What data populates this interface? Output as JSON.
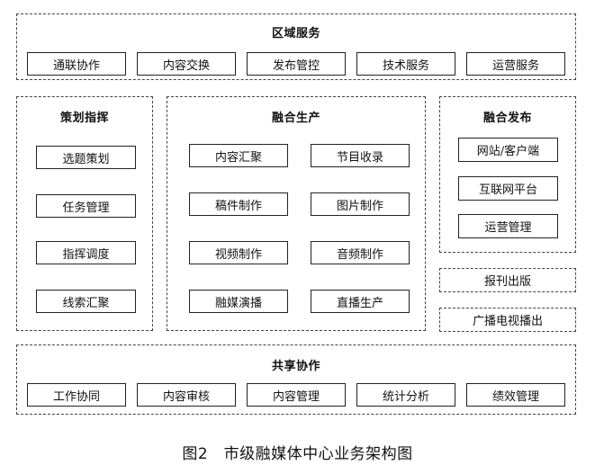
{
  "regional": {
    "title": "区域服务",
    "items": [
      "通联协作",
      "内容交换",
      "发布管控",
      "技术服务",
      "运营服务"
    ]
  },
  "planning": {
    "title": "策划指挥",
    "items": [
      "选题策划",
      "任务管理",
      "指挥调度",
      "线索汇聚"
    ]
  },
  "production": {
    "title": "融合生产",
    "items": [
      "内容汇聚",
      "节目收录",
      "稿件制作",
      "图片制作",
      "视频制作",
      "音频制作",
      "融媒演播",
      "直播生产"
    ]
  },
  "publishing": {
    "title": "融合发布",
    "items": [
      "网站/客户端",
      "互联网平台",
      "运营管理"
    ]
  },
  "newspaper": "报刊出版",
  "broadcast": "广播电视播出",
  "sharing": {
    "title": "共享协作",
    "items": [
      "工作协同",
      "内容审核",
      "内容管理",
      "统计分析",
      "绩效管理"
    ]
  },
  "caption": "图2　市级融媒体中心业务架构图"
}
